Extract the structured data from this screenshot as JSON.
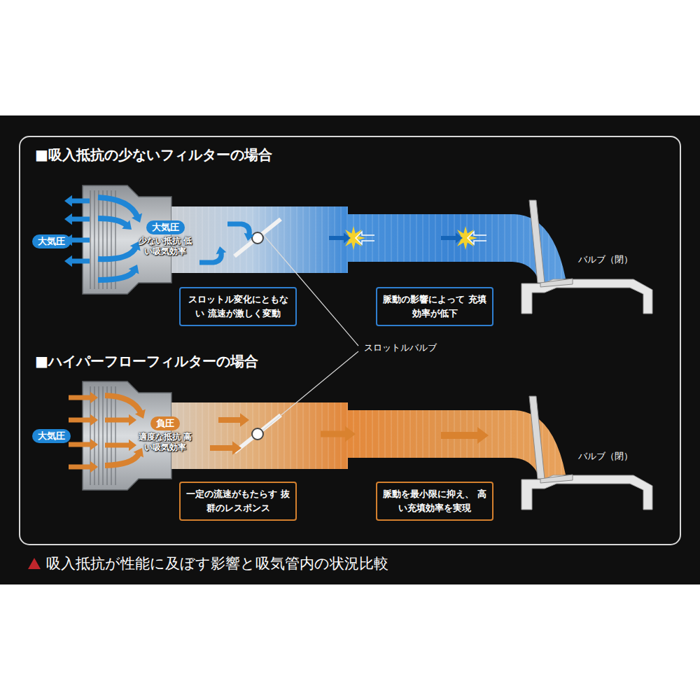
{
  "diagram": {
    "caption": "吸入抵抗が性能に及ぼす影響と吸気管内の状況比較",
    "nodes": [
      {
        "text": [
          "大気圧"
        ]
      },
      {
        "text": [
          "大気圧",
          "少ない抵抗 低い吸気効率"
        ]
      },
      {
        "text": [
          "スロットル変化にともない 流速が激しく変動"
        ]
      },
      {
        "text": [
          "脈動の影響によって 充填効率が低下"
        ]
      },
      {
        "text": [
          "大気圧"
        ]
      },
      {
        "text": [
          "負圧",
          "適度な抵抗 高い吸気効率"
        ]
      },
      {
        "text": [
          "一定の流速がもたらす 抜群のレスポンス"
        ]
      },
      {
        "text": [
          "脈動を最小限に抑え、 高い充填効率を実現"
        ]
      }
    ],
    "labels": [
      "■吸入抵抗の少ないフィルターの場合",
      "バルブ（閉）",
      "スロットルバルブ",
      "■ハイパーフローフィルターの場合",
      "バルブ（閉）"
    ]
  }
}
